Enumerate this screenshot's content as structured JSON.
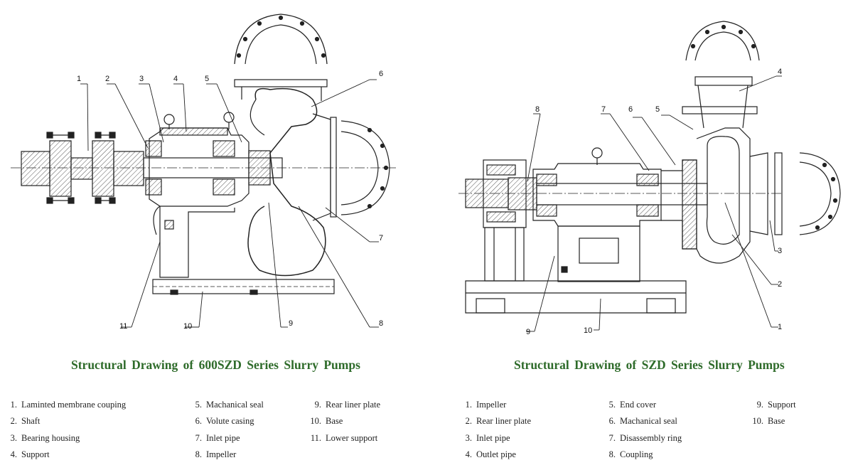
{
  "left": {
    "caption": "Structural Drawing of 600SZD Series Slurry Pumps",
    "callouts": [
      "1",
      "2",
      "3",
      "4",
      "5",
      "6",
      "7",
      "8",
      "9",
      "10",
      "11"
    ],
    "legend_columns": [
      [
        {
          "num": "1.",
          "label": "Laminted membrane couping"
        },
        {
          "num": "2.",
          "label": "Shaft"
        },
        {
          "num": "3.",
          "label": "Bearing housing"
        },
        {
          "num": "4.",
          "label": "Support"
        }
      ],
      [
        {
          "num": "5.",
          "label": "Machanical seal"
        },
        {
          "num": "6.",
          "label": "Volute casing"
        },
        {
          "num": "7.",
          "label": "Inlet pipe"
        },
        {
          "num": "8.",
          "label": "Impeller"
        }
      ],
      [
        {
          "num": "9.",
          "label": "Rear liner plate"
        },
        {
          "num": "10.",
          "label": "Base"
        },
        {
          "num": "11.",
          "label": "Lower support"
        }
      ]
    ]
  },
  "right": {
    "caption": "Structural Drawing of SZD Series Slurry Pumps",
    "callouts": [
      "1",
      "2",
      "3",
      "4",
      "5",
      "6",
      "7",
      "8",
      "9",
      "10"
    ],
    "legend_columns": [
      [
        {
          "num": "1.",
          "label": "Impeller"
        },
        {
          "num": "2.",
          "label": "Rear liner plate"
        },
        {
          "num": "3.",
          "label": "Inlet pipe"
        },
        {
          "num": "4.",
          "label": "Outlet pipe"
        }
      ],
      [
        {
          "num": "5.",
          "label": "End cover"
        },
        {
          "num": "6.",
          "label": "Machanical seal"
        },
        {
          "num": "7.",
          "label": "Disassembly ring"
        },
        {
          "num": "8.",
          "label": "Coupling"
        }
      ],
      [
        {
          "num": "9.",
          "label": "Support"
        },
        {
          "num": "10.",
          "label": "Base"
        }
      ]
    ]
  },
  "colors": {
    "caption": "#2e6b2a",
    "line": "#222222",
    "hatch": "#555555"
  }
}
